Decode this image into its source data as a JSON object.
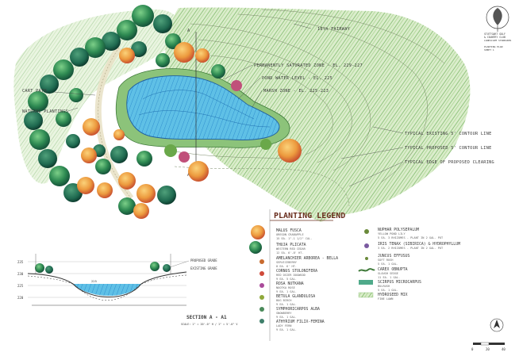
{
  "plan": {
    "fairway_label": "18th FAIRWAY",
    "callouts": {
      "permanently_saturated": "PERMANENTLY SATURATED ZONE - EL. 229-227",
      "pond_water_level": "POND WATER LEVEL - EL. 225",
      "marsh_zone": "MARSH ZONE - EL. 225-223",
      "cart_path": "CART PATH",
      "natural_plantings": "NATURAL PLANTINGS",
      "existing_contour": "TYPICAL EXISTING 5' CONTOUR LINE",
      "proposed_contour": "TYPICAL PROPOSED 5' CONTOUR LINE",
      "edge_clearing": "TYPICAL EDGE OF PROPOSED CLEARING"
    },
    "section_marker": "A",
    "section_marker_end": "A1"
  },
  "title_block": {
    "line1": "STUTTGART GOLF",
    "line2": "& COUNTRY CLUB",
    "line3": "LANDSCAPE STANDARDS",
    "sheet": "SHEET 1",
    "scale_label": "PLANTING PLAN"
  },
  "legend": {
    "title": "PLANTING LEGEND",
    "left_items": [
      {
        "name": "MALUS FUSCA",
        "common": "OREGON CRABAPPLE",
        "qty": "15 EA.  1\"-1 1/2\" CAL.",
        "color": "#e8a23a"
      },
      {
        "name": "THUJA PLICATA",
        "common": "WESTERN RED CEDAR",
        "qty": "12 EA.  6'-8' HT.",
        "color": "#2f7d4a"
      },
      {
        "name": "AMELANCHIER ARBOREA - BELLA",
        "common": "SERVICEBERRY",
        "qty": "8 EA.  6' HT.",
        "color": "#c86a2e"
      },
      {
        "name": "CORNUS STOLONIFERA",
        "common": "RED OSIER DOGWOOD",
        "qty": "9 EA.  5 GAL.",
        "color": "#cf4a3a"
      },
      {
        "name": "ROSA NUTKANA",
        "common": "NOOTKA ROSE",
        "qty": "9 EA.  1 GAL.",
        "color": "#a94a9a"
      },
      {
        "name": "BETULA GLANDULOSA",
        "common": "BOG BIRCH",
        "qty": "9 EA.  1 GAL.",
        "color": "#8fa83a"
      },
      {
        "name": "SYMPHORICARPOS ALBA",
        "common": "SNOWBERRY",
        "qty": "9 EA.  1 GAL.",
        "color": "#4a8a5a"
      },
      {
        "name": "ATHYRIUM FILIX-FEMINA",
        "common": "LADY FERN",
        "qty": "9 EA.  1 GAL.",
        "color": "#3f7f6a"
      }
    ],
    "right_items": [
      {
        "name": "NUPHAR POLYSEPALUM",
        "common": "YELLOW POND LILY",
        "qty": "5 EA.  3 RHIZOMES - PLANT IN 2 GAL. POT"
      },
      {
        "name": "IRIS TENAX (SIBIRICA) & HYDROPHYLLUM",
        "common": "",
        "qty": "3 EA.  2 RHIZOMES - PLANT IN 2 GAL. POT"
      },
      {
        "name": "JUNCUS EFFUSUS",
        "common": "SOFT RUSH",
        "qty": "5 EA.  1 GAL."
      },
      {
        "name": "CAREX OBNUPTA",
        "common": "SLOUGH SEDGE",
        "qty": "11 EA.  1 GAL."
      },
      {
        "name": "SCIRPUS MICROCARPUS",
        "common": "BULRUSH",
        "qty": "5 EA.  1 GAL."
      },
      {
        "name": "HYDROSEED MIX",
        "common": "FINE LAWN",
        "qty": ""
      }
    ]
  },
  "section": {
    "title": "SECTION A - A1",
    "scale": "SCALE: 1\" = 20'-0\" H / 1\" = 5'-0\" V",
    "elevations": [
      "235",
      "230",
      "225",
      "220"
    ],
    "labels": [
      "PROPOSED GRADE",
      "EXISTING GRADE"
    ],
    "water_level": "225"
  },
  "scale_bar": {
    "ticks": [
      "0",
      "20",
      "40"
    ]
  }
}
